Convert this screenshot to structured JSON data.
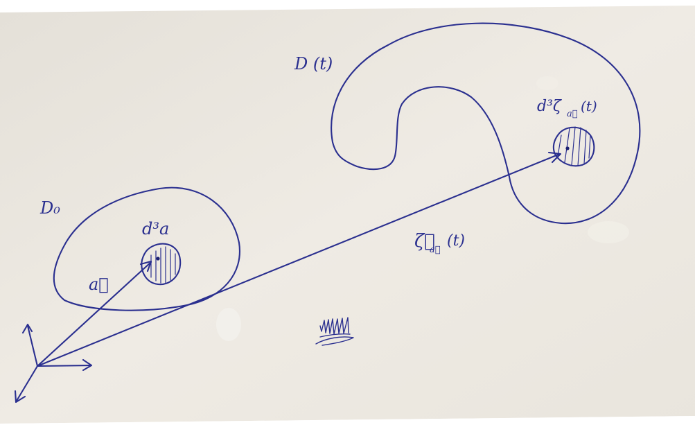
{
  "diagram": {
    "ink_color": "#2a2f8f",
    "paper_color": "#ece8e0",
    "labels": {
      "region_initial": "D₀",
      "region_time": "D (t)",
      "element_initial": "d³a",
      "element_time_main": "d³ζ",
      "element_time_sub": "a⃗",
      "element_time_arg": "(t)",
      "position_vector": "a⃗",
      "trajectory_main": "ζ⃗",
      "trajectory_sub": "a⃗",
      "trajectory_arg": "(t)"
    },
    "signature": "signature-scribble"
  }
}
